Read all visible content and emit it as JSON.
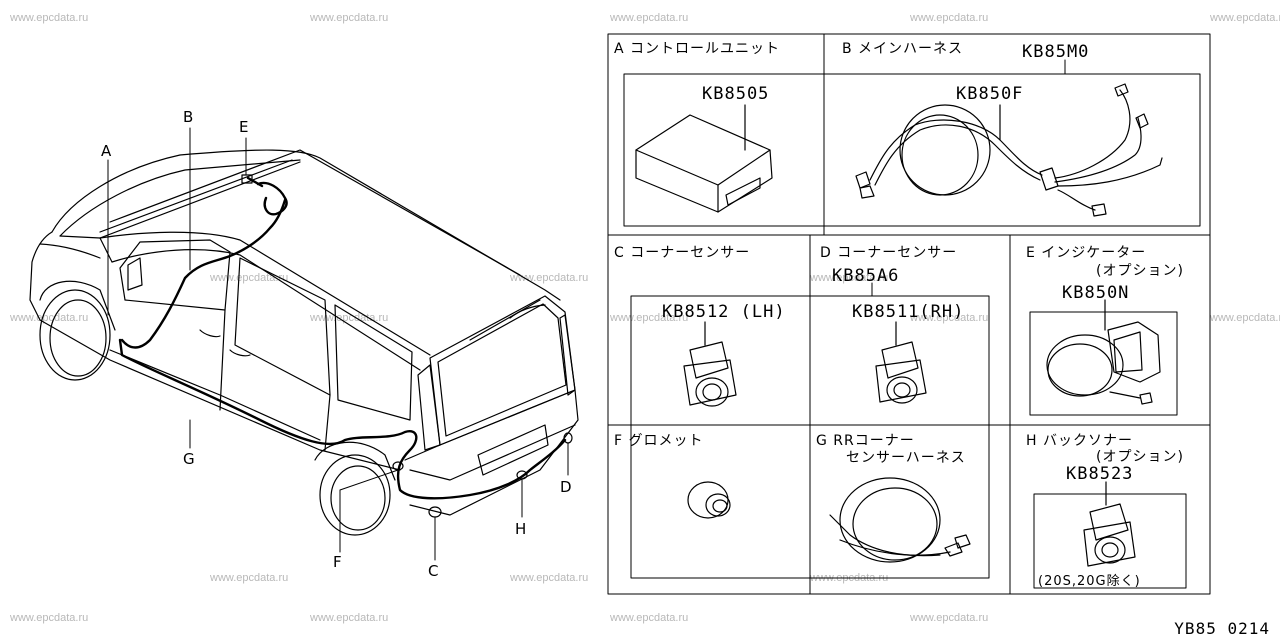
{
  "watermark": "www.epcdata.ru",
  "vehicle_labels": {
    "A": "A",
    "B": "B",
    "C": "C",
    "D": "D",
    "E": "E",
    "F": "F",
    "G": "G",
    "H": "H"
  },
  "cells": {
    "A": {
      "title": "A コントロールユニット",
      "part": "KB8505"
    },
    "B": {
      "title": "B メインハーネス",
      "kit": "KB85M0",
      "part": "KB850F"
    },
    "C": {
      "title": "C コーナーセンサー",
      "part": "KB8512 (LH)"
    },
    "D": {
      "title": "D コーナーセンサー",
      "kit": "KB85A6",
      "part": "KB8511(RH)"
    },
    "E": {
      "title": "E インジケーター",
      "subtitle": "(オプション)",
      "part": "KB850N"
    },
    "F": {
      "title": "F グロメット"
    },
    "G": {
      "title": "G RRコーナー",
      "subtitle": "センサーハーネス"
    },
    "H": {
      "title": "H バックソナー",
      "subtitle": "(オプション)",
      "part": "KB8523",
      "note": "(20S,20G除く)"
    }
  },
  "footer": "YB85 0214"
}
